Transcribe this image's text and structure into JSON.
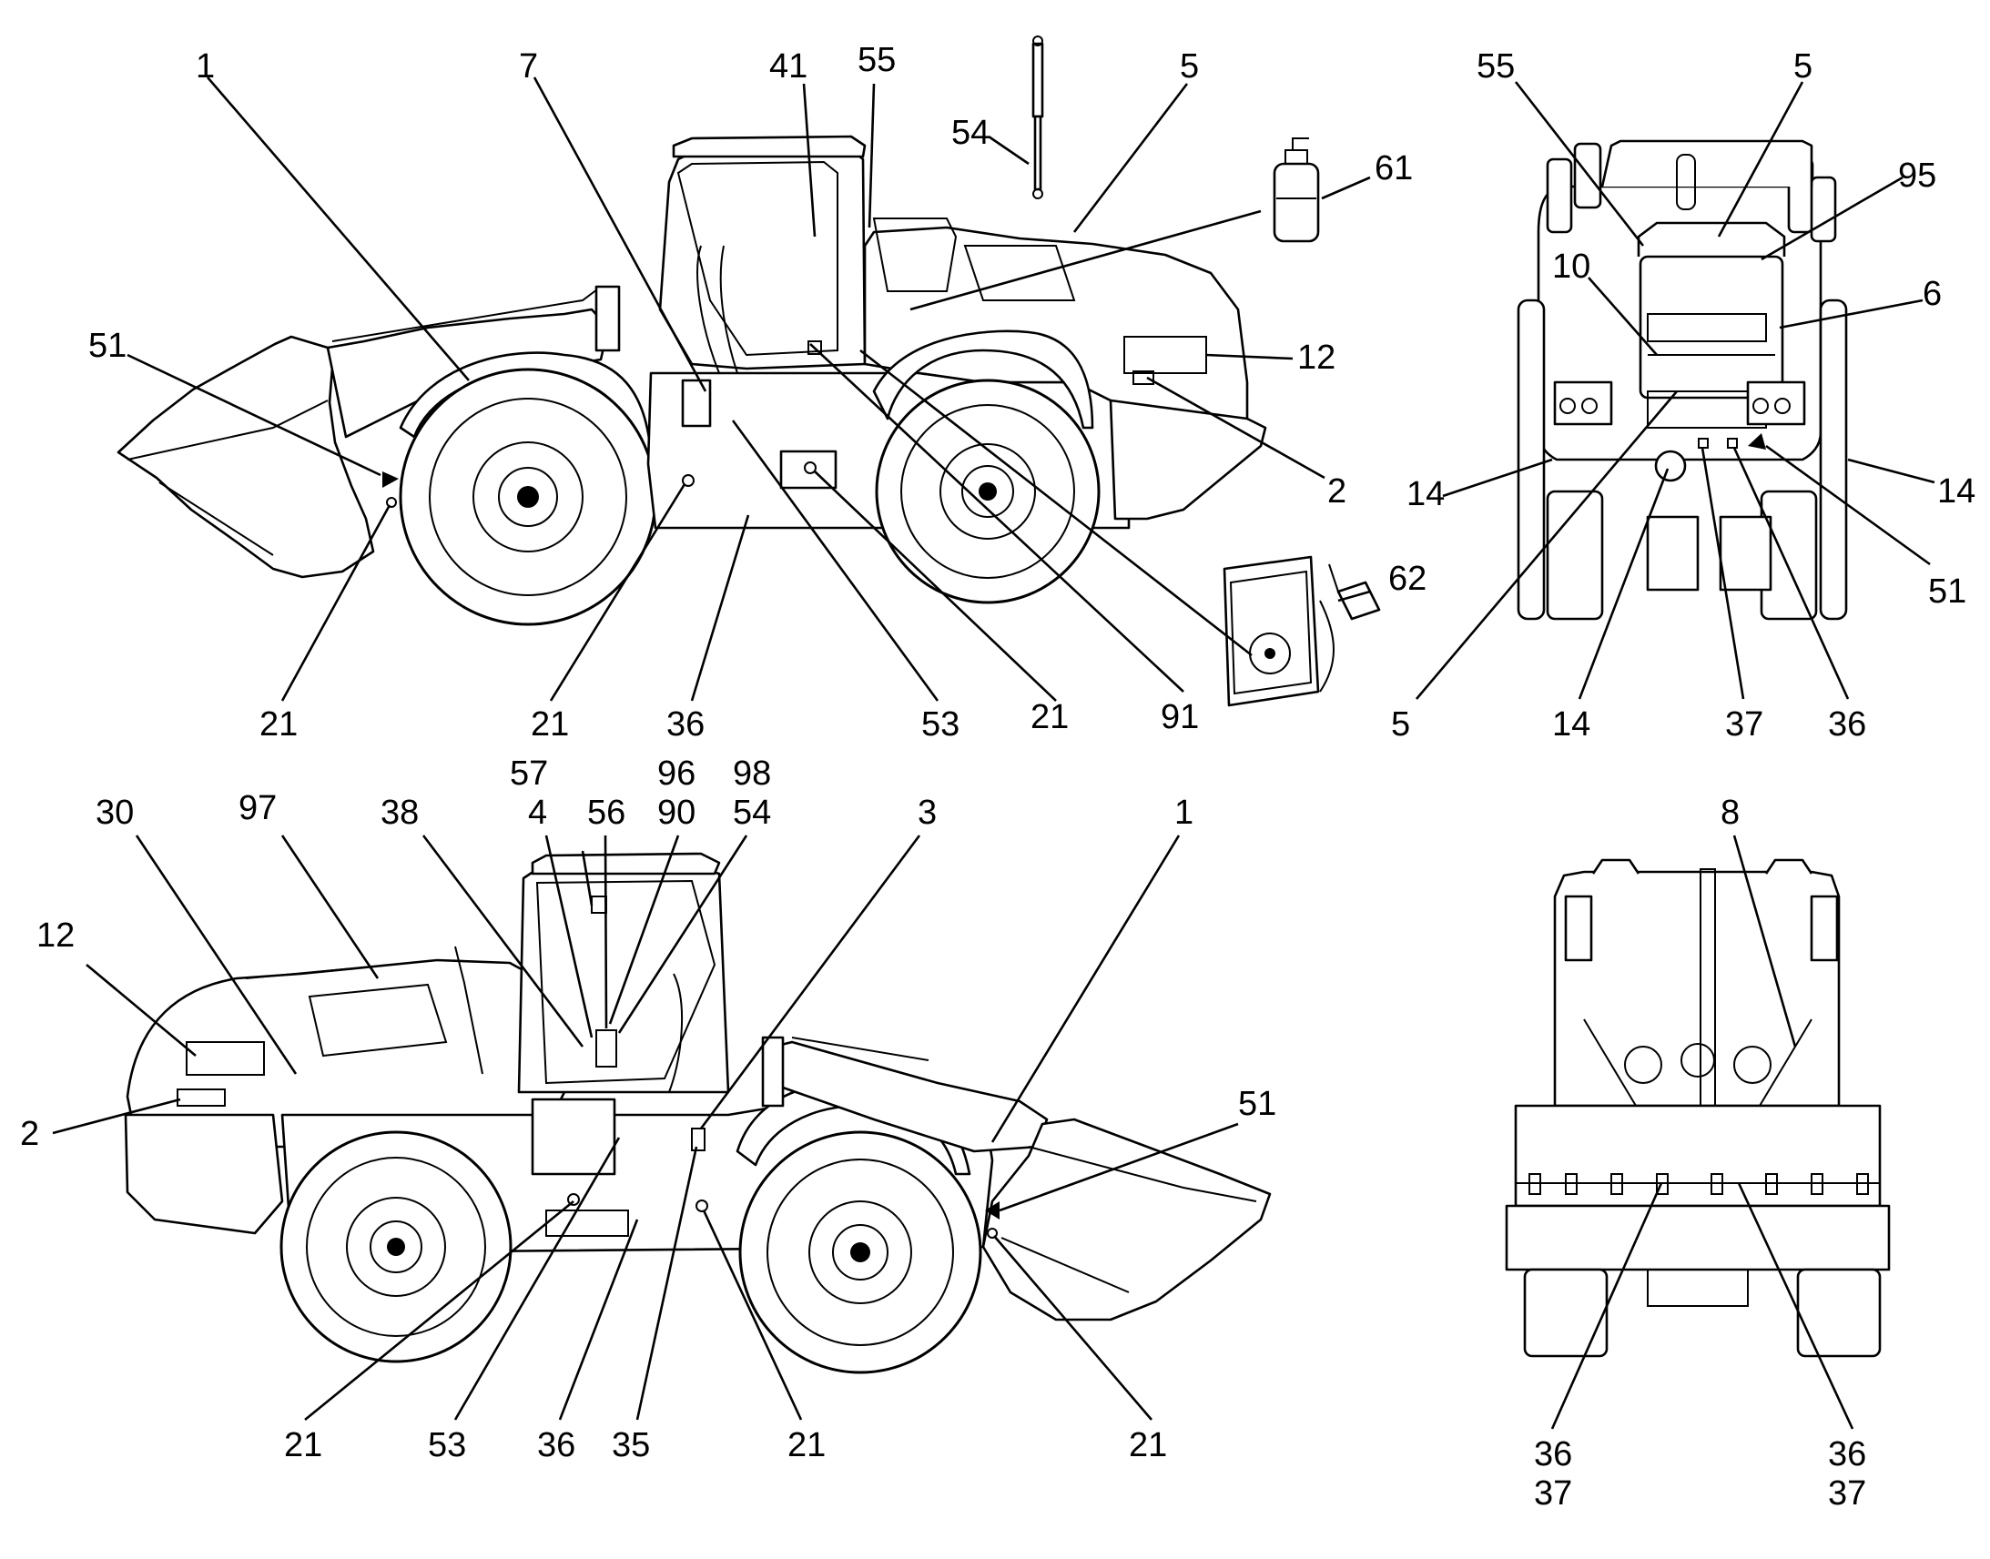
{
  "views": {
    "left_side": {
      "callouts": [
        {
          "id": "c-1",
          "text": "1"
        },
        {
          "id": "c-7",
          "text": "7"
        },
        {
          "id": "c-41",
          "text": "41"
        },
        {
          "id": "c-55",
          "text": "55"
        },
        {
          "id": "c-54",
          "text": "54"
        },
        {
          "id": "c-5",
          "text": "5"
        },
        {
          "id": "c-61",
          "text": "61"
        },
        {
          "id": "c-51",
          "text": "51"
        },
        {
          "id": "c-12",
          "text": "12"
        },
        {
          "id": "c-2",
          "text": "2"
        },
        {
          "id": "c-62",
          "text": "62"
        },
        {
          "id": "c-21a",
          "text": "21"
        },
        {
          "id": "c-21b",
          "text": "21"
        },
        {
          "id": "c-36",
          "text": "36"
        },
        {
          "id": "c-53",
          "text": "53"
        },
        {
          "id": "c-21c",
          "text": "21"
        },
        {
          "id": "c-91",
          "text": "91"
        }
      ]
    },
    "rear": {
      "callouts": [
        {
          "id": "r-55",
          "text": "55"
        },
        {
          "id": "r-5a",
          "text": "5"
        },
        {
          "id": "r-95",
          "text": "95"
        },
        {
          "id": "r-10",
          "text": "10"
        },
        {
          "id": "r-6",
          "text": "6"
        },
        {
          "id": "r-14a",
          "text": "14"
        },
        {
          "id": "r-14b",
          "text": "14"
        },
        {
          "id": "r-51",
          "text": "51"
        },
        {
          "id": "r-5b",
          "text": "5"
        },
        {
          "id": "r-14c",
          "text": "14"
        },
        {
          "id": "r-37",
          "text": "37"
        },
        {
          "id": "r-36",
          "text": "36"
        }
      ]
    },
    "right_side": {
      "callouts": [
        {
          "id": "s-30",
          "text": "30"
        },
        {
          "id": "s-97",
          "text": "97"
        },
        {
          "id": "s-38",
          "text": "38"
        },
        {
          "id": "s-57",
          "text": "57"
        },
        {
          "id": "s-4",
          "text": "4"
        },
        {
          "id": "s-56",
          "text": "56"
        },
        {
          "id": "s-96",
          "text": "96"
        },
        {
          "id": "s-90",
          "text": "90"
        },
        {
          "id": "s-98",
          "text": "98"
        },
        {
          "id": "s-54",
          "text": "54"
        },
        {
          "id": "s-3",
          "text": "3"
        },
        {
          "id": "s-1",
          "text": "1"
        },
        {
          "id": "s-12",
          "text": "12"
        },
        {
          "id": "s-2",
          "text": "2"
        },
        {
          "id": "s-51",
          "text": "51"
        },
        {
          "id": "s-21a",
          "text": "21"
        },
        {
          "id": "s-53",
          "text": "53"
        },
        {
          "id": "s-36",
          "text": "36"
        },
        {
          "id": "s-35",
          "text": "35"
        },
        {
          "id": "s-21b",
          "text": "21"
        },
        {
          "id": "s-21c",
          "text": "21"
        }
      ]
    },
    "front": {
      "callouts": [
        {
          "id": "f-8",
          "text": "8"
        },
        {
          "id": "f-36a",
          "text": "36"
        },
        {
          "id": "f-37a",
          "text": "37"
        },
        {
          "id": "f-36b",
          "text": "36"
        },
        {
          "id": "f-37b",
          "text": "37"
        }
      ]
    }
  },
  "colors": {
    "line": "#000000",
    "background": "#ffffff"
  }
}
